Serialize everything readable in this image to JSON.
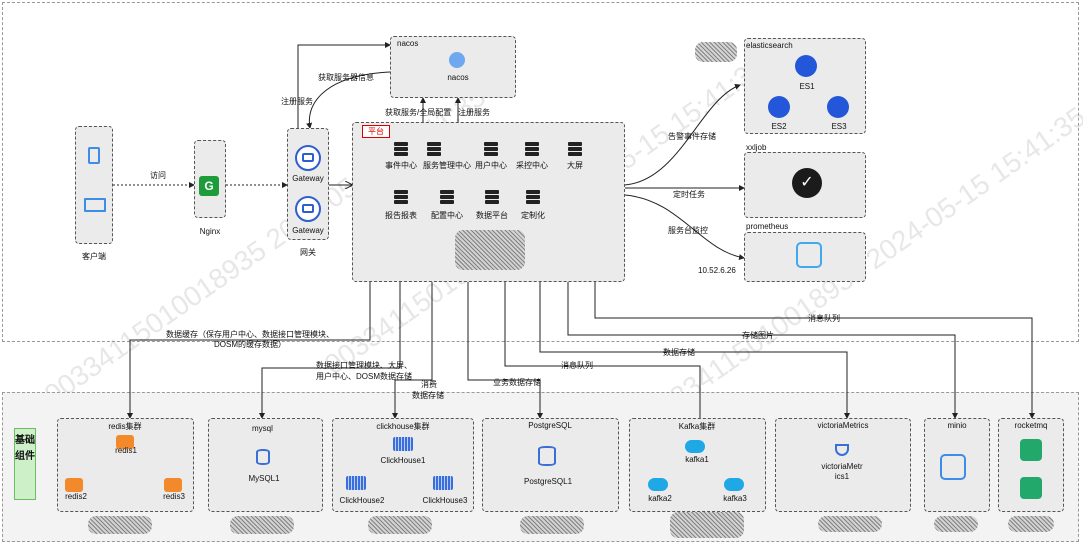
{
  "client": {
    "label": "客户端",
    "edge_label": "访问"
  },
  "nginx": {
    "label": "Nginx"
  },
  "gateway": {
    "label1": "Gateway",
    "label2": "Gateway",
    "group_label": "网关",
    "to_nacos_1": "获取服务器信息",
    "to_nacos_2": "注册服务"
  },
  "nacos": {
    "title": "nacos",
    "label": "nacos",
    "edge_left": "获取服务/全局配置",
    "edge_right": "注册服务"
  },
  "platform": {
    "title": "平台",
    "row1": [
      "事件中心",
      "服务管理中心",
      "用户中心",
      "采控中心",
      "大屏"
    ],
    "row2": [
      "报告报表",
      "配置中心",
      "数据平台",
      "定制化"
    ]
  },
  "right_services": {
    "es": {
      "title": "elasticsearch",
      "nodes": [
        "ES1",
        "ES2",
        "ES3"
      ],
      "edge": "告警事件存储"
    },
    "xxljob": {
      "title": "xxljob",
      "edge": "定时任务"
    },
    "prometheus": {
      "title": "prometheus",
      "edge": "服务台监控",
      "ip": "10.52.6.26"
    }
  },
  "edges": {
    "redis": "数据缓存（保存用户中心、数据接口管理模块、DOSM的缓存数据）",
    "mysql_1": "数据接口管理模块、大屏、",
    "mysql_2": "用户中心、DOSM数据存储",
    "ch_1": "消费",
    "ch_2": "数据存储",
    "pg": "业务数据存储",
    "kafka": "消息队列",
    "vm": "数据存储",
    "minio": "存储图片",
    "rocketmq": "消息队列"
  },
  "base": {
    "title": "基础组件",
    "redis": {
      "title": "redis集群",
      "nodes": [
        "redis1",
        "redis2",
        "redis3"
      ]
    },
    "mysql": {
      "title": "mysql",
      "node": "MySQL1"
    },
    "clickhouse": {
      "title": "clickhouse集群",
      "nodes": [
        "ClickHouse1",
        "ClickHouse2",
        "ClickHouse3"
      ]
    },
    "postgres": {
      "title": "PostgreSQL",
      "node": "PostgreSQL1"
    },
    "kafka": {
      "title": "Kafka集群",
      "nodes": [
        "kafka1",
        "kafka2",
        "kafka3"
      ]
    },
    "victoria": {
      "title": "victoriaMetrics",
      "node_1": "victoriaMetr",
      "node_2": "ics1"
    },
    "minio": {
      "title": "minio"
    },
    "rocketmq": {
      "title": "rocketmq"
    }
  },
  "watermark": "00334115010018935 2024-05-15 15:41:35"
}
